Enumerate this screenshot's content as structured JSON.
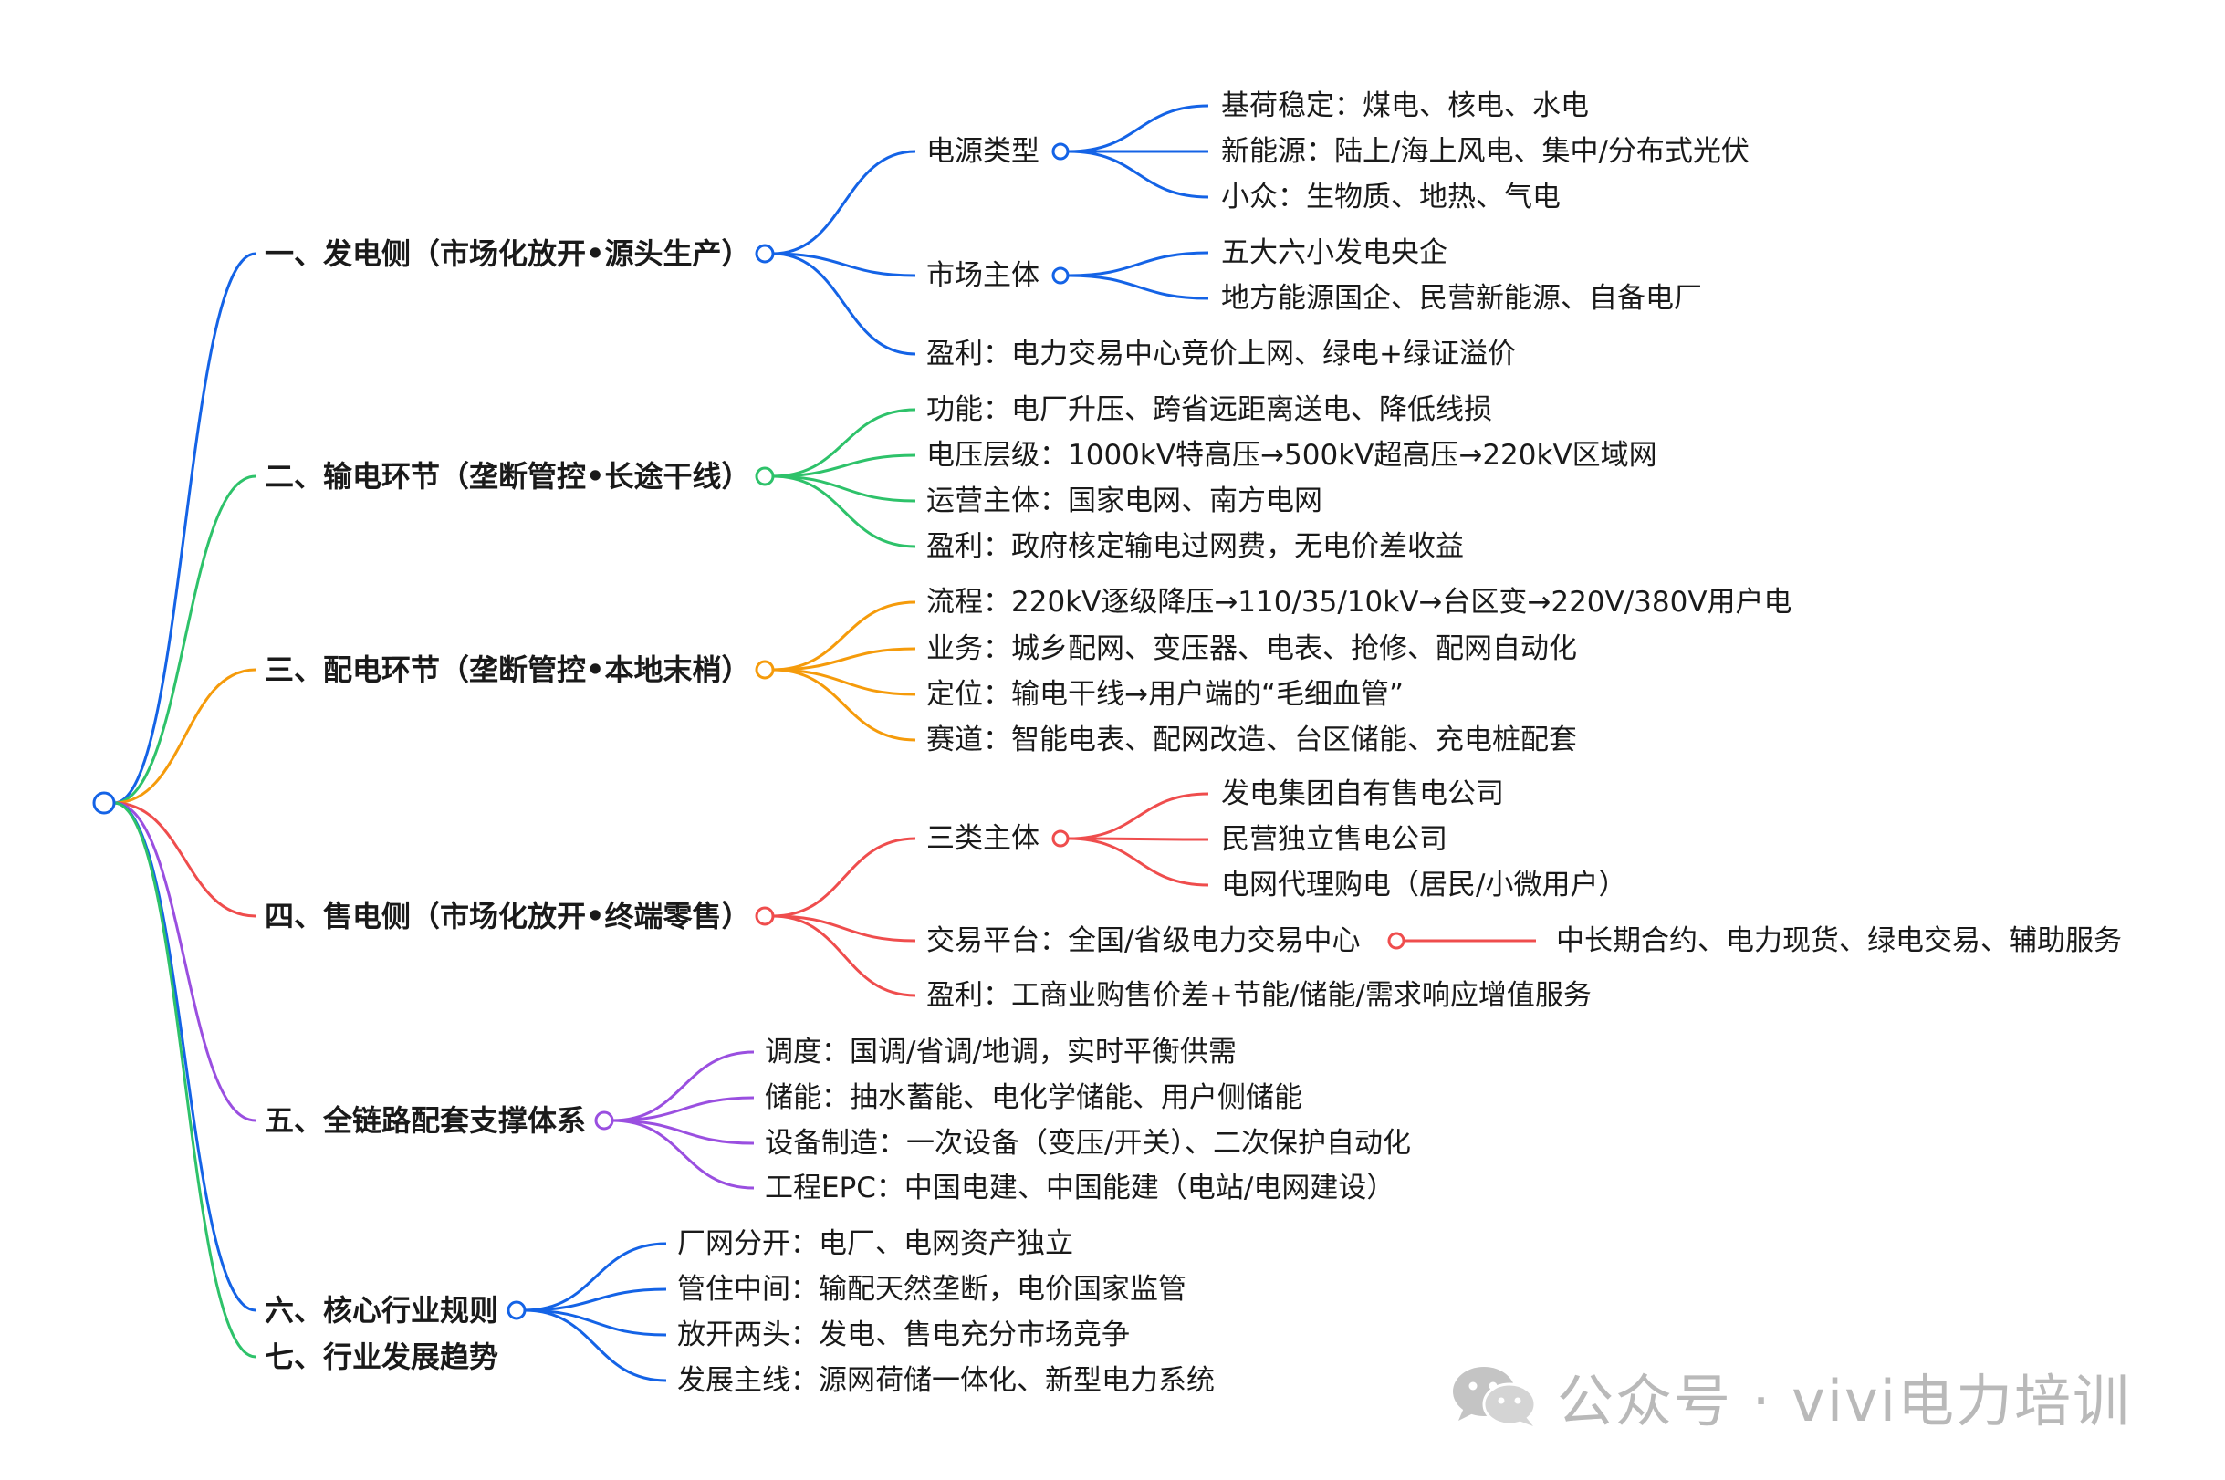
{
  "root": {
    "color": "#1463e6"
  },
  "colors": {
    "blue": "#1463e6",
    "green": "#2ec26a",
    "orange": "#f59b0b",
    "red": "#ef4d4d",
    "purple": "#9a4fe0",
    "watermark": "#b9b9b9"
  },
  "branches": [
    {
      "label": "一、发电侧（市场化放开•源头生产）",
      "color": "#1463e6",
      "children": [
        {
          "label": "电源类型",
          "children": [
            "基荷稳定：煤电、核电、水电",
            "新能源：陆上/海上风电、集中/分布式光伏",
            "小众：生物质、地热、气电"
          ]
        },
        {
          "label": "市场主体",
          "children": [
            "五大六小发电央企",
            "地方能源国企、民营新能源、自备电厂"
          ]
        },
        {
          "label": "盈利：电力交易中心竞价上网、绿电+绿证溢价",
          "children": []
        }
      ]
    },
    {
      "label": "二、输电环节（垄断管控•长途干线）",
      "color": "#2ec26a",
      "children": [
        {
          "label": "功能：电厂升压、跨省远距离送电、降低线损",
          "children": []
        },
        {
          "label": "电压层级：1000kV特高压→500kV超高压→220kV区域网",
          "children": []
        },
        {
          "label": "运营主体：国家电网、南方电网",
          "children": []
        },
        {
          "label": "盈利：政府核定输电过网费，无电价差收益",
          "children": []
        }
      ]
    },
    {
      "label": "三、配电环节（垄断管控•本地末梢）",
      "color": "#f59b0b",
      "children": [
        {
          "label": "流程：220kV逐级降压→110/35/10kV→台区变→220V/380V用户电",
          "children": []
        },
        {
          "label": "业务：城乡配网、变压器、电表、抢修、配网自动化",
          "children": []
        },
        {
          "label": "定位：输电干线→用户端的“毛细血管”",
          "children": []
        },
        {
          "label": "赛道：智能电表、配网改造、台区储能、充电桩配套",
          "children": []
        }
      ]
    },
    {
      "label": "四、售电侧（市场化放开•终端零售）",
      "color": "#ef4d4d",
      "children": [
        {
          "label": "三类主体",
          "children": [
            "发电集团自有售电公司",
            "民营独立售电公司",
            "电网代理购电（居民/小微用户）"
          ]
        },
        {
          "label": "交易平台：全国/省级电力交易中心",
          "children": [
            "中长期合约、电力现货、绿电交易、辅助服务"
          ]
        },
        {
          "label": "盈利：工商业购售价差+节能/储能/需求响应增值服务",
          "children": []
        }
      ]
    },
    {
      "label": "五、全链路配套支撑体系",
      "color": "#9a4fe0",
      "children": [
        {
          "label": "调度：国调/省调/地调，实时平衡供需",
          "children": []
        },
        {
          "label": "储能：抽水蓄能、电化学储能、用户侧储能",
          "children": []
        },
        {
          "label": "设备制造：一次设备（变压/开关）、二次保护自动化",
          "children": []
        },
        {
          "label": "工程EPC：中国电建、中国能建（电站/电网建设）",
          "children": []
        }
      ]
    },
    {
      "label": "六、核心行业规则",
      "color": "#1463e6",
      "children": [
        {
          "label": "厂网分开：电厂、电网资产独立",
          "children": []
        },
        {
          "label": "管住中间：输配天然垄断，电价国家监管",
          "children": []
        },
        {
          "label": "放开两头：发电、售电充分市场竞争",
          "children": []
        },
        {
          "label": "发展主线：源网荷储一体化、新型电力系统",
          "children": []
        }
      ]
    },
    {
      "label": "七、行业发展趋势",
      "color": "#2ec26a",
      "children": []
    }
  ],
  "watermark": {
    "text": "公众号 · vivi电力培训",
    "icon": "wechat-icon"
  }
}
